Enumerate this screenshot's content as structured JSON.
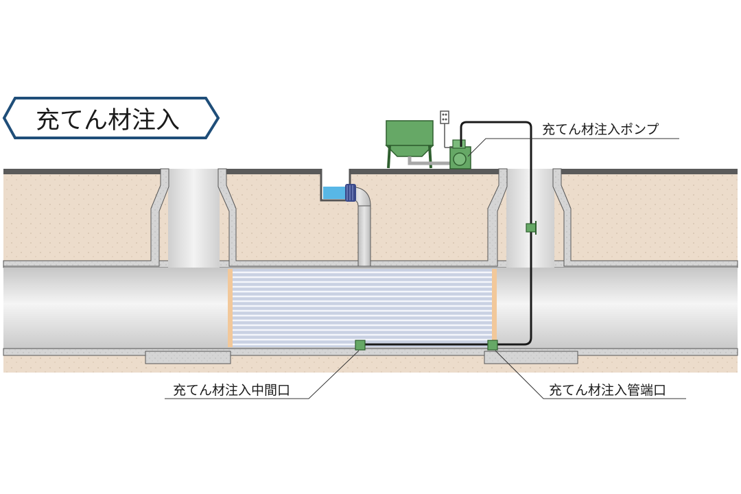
{
  "title": "充てん材注入",
  "labels": {
    "pump": "充てん材注入ポンプ",
    "middle_port": "充てん材注入中間口",
    "end_port": "充てん材注入管端口"
  },
  "colors": {
    "soil": "#ecdccb",
    "concrete": "#d5d5d5",
    "pipe": "#e4e4e4",
    "title_border": "#1f4e79",
    "equipment": "#66a866",
    "water": "#58b7e6",
    "liner": "#c9d1e3",
    "edge_tape": "#f2c89a"
  }
}
